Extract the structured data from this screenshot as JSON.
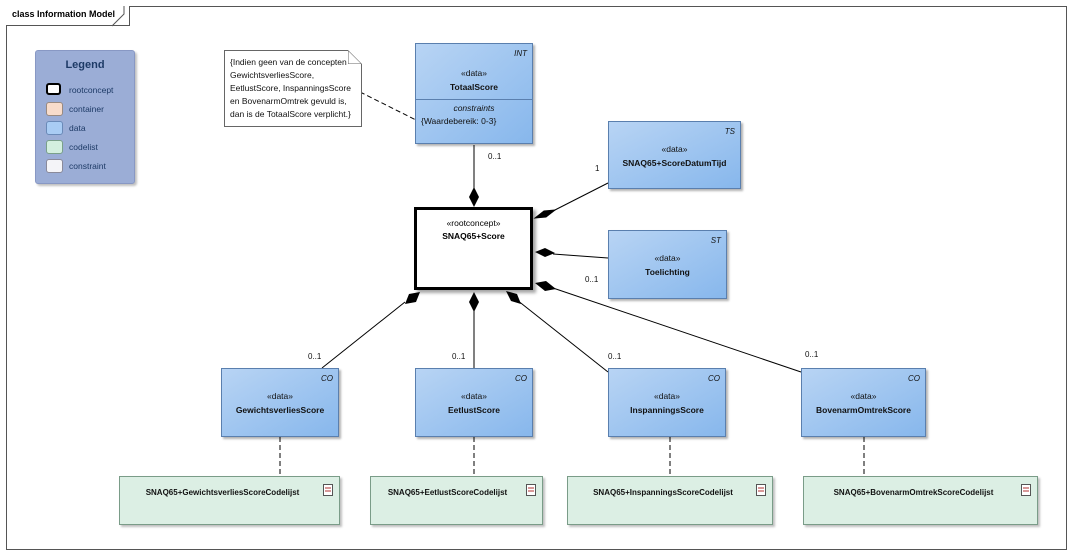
{
  "frame": {
    "title": "class Information Model"
  },
  "legend": {
    "title": "Legend",
    "items": [
      {
        "label": "rootconcept",
        "color": "#ffffff",
        "border": "#000000"
      },
      {
        "label": "container",
        "color": "#f8dccb",
        "border": "#9a8a80"
      },
      {
        "label": "data",
        "color": "#a9ccf4",
        "border": "#6a8ab8"
      },
      {
        "label": "codelist",
        "color": "#d3efdf",
        "border": "#7aa08a"
      },
      {
        "label": "constraint",
        "color": "#f4f4f8",
        "border": "#8a8a9a"
      }
    ]
  },
  "note": {
    "lines": [
      "{Indien geen van de concepten",
      "GewichtsverliesScore,",
      "EetlustScore, InspanningsScore",
      "en BovenarmOmtrek gevuld is,",
      "dan is de TotaalScore verplicht.}"
    ]
  },
  "totaal": {
    "type": "INT",
    "stereotype": "«data»",
    "name": "TotaalScore",
    "constraints_label": "constraints",
    "constraint": "{Waardebereik: 0-3}"
  },
  "root": {
    "stereotype": "«rootconcept»",
    "name": "SNAQ65+Score"
  },
  "datumtijd": {
    "type": "TS",
    "stereotype": "«data»",
    "name": "SNAQ65+ScoreDatumTijd"
  },
  "toelichting": {
    "type": "ST",
    "stereotype": "«data»",
    "name": "Toelichting"
  },
  "gewicht": {
    "type": "CO",
    "stereotype": "«data»",
    "name": "GewichtsverliesScore"
  },
  "eetlust": {
    "type": "CO",
    "stereotype": "«data»",
    "name": "EetlustScore"
  },
  "inspanning": {
    "type": "CO",
    "stereotype": "«data»",
    "name": "InspanningsScore"
  },
  "bovenarm": {
    "type": "CO",
    "stereotype": "«data»",
    "name": "BovenarmOmtrekScore"
  },
  "codelists": {
    "gewicht": "SNAQ65+GewichtsverliesScoreCodelijst",
    "eetlust": "SNAQ65+EetlustScoreCodelijst",
    "inspanning": "SNAQ65+InspanningsScoreCodelijst",
    "bovenarm": "SNAQ65+BovenarmOmtrekScoreCodelijst"
  },
  "multiplicities": {
    "totaal": "0..1",
    "datumtijd": "1",
    "toelichting": "0..1",
    "gewicht": "0..1",
    "eetlust": "0..1",
    "inspanning": "0..1",
    "bovenarm": "0..1"
  }
}
